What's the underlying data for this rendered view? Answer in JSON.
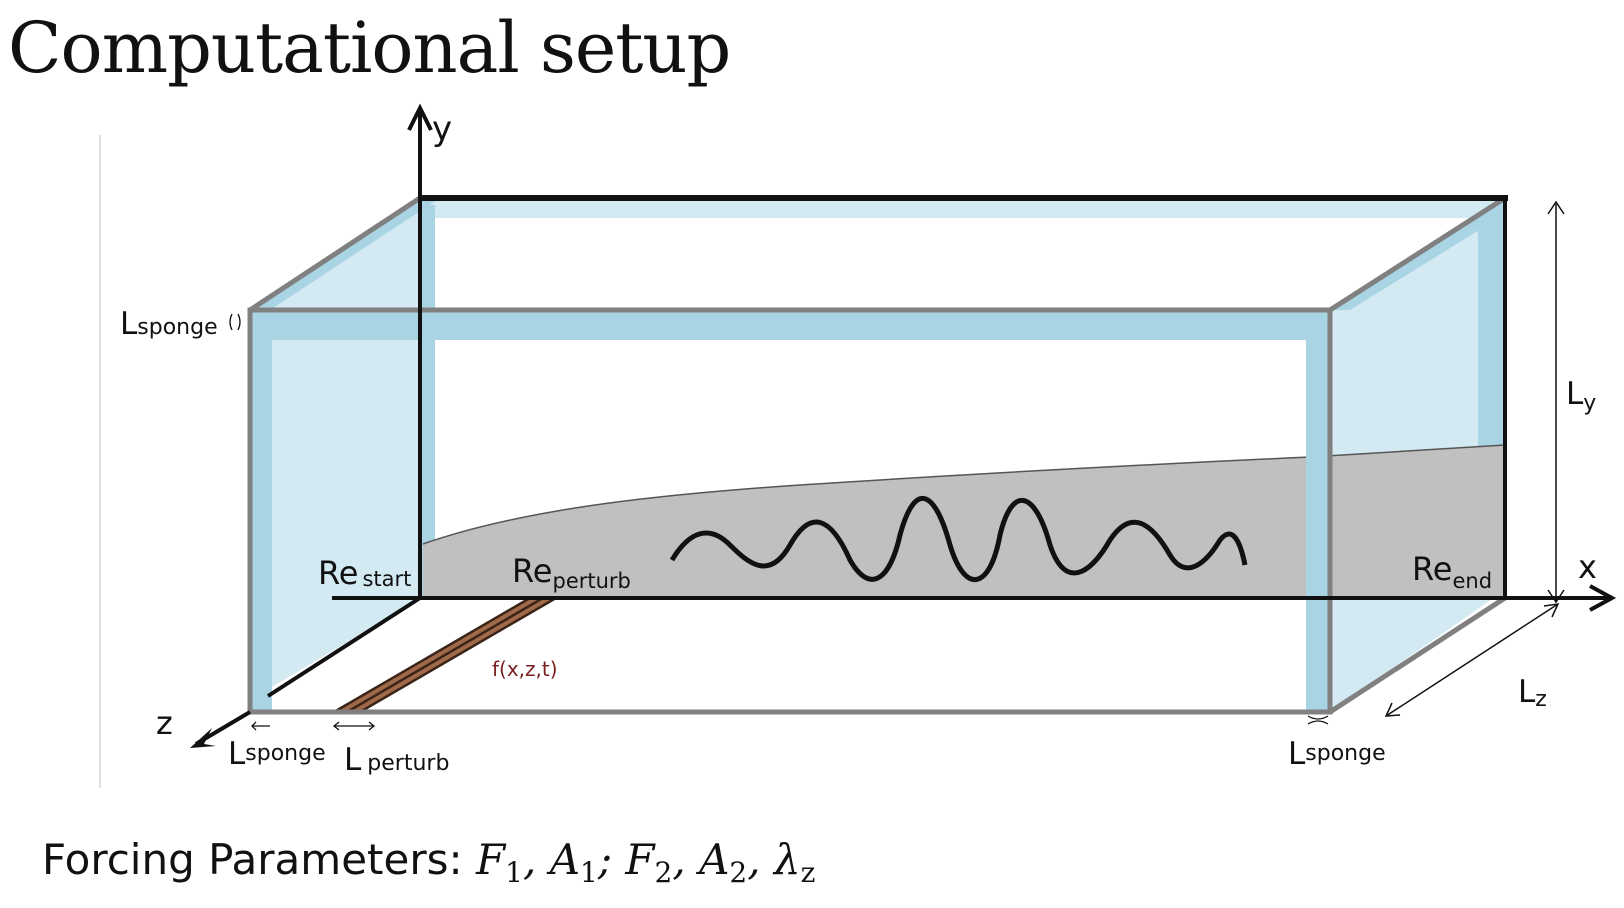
{
  "title": "Computational setup",
  "labels": {
    "y_axis": "y",
    "x_axis": "x",
    "z_axis": "z",
    "l_sponge_top": {
      "main": "L",
      "sub": "sponge"
    },
    "l_y": {
      "main": "L",
      "sub": "y"
    },
    "l_z": {
      "main": "L",
      "sub": "z"
    },
    "re_start": {
      "main": "Re",
      "sub": "start"
    },
    "re_perturb": {
      "main": "Re",
      "sub": "perturb"
    },
    "re_end": {
      "main": "Re",
      "sub": "end"
    },
    "forcing_fn": "f(x,z,t)",
    "l_sponge_left": {
      "main": "L",
      "sub": "sponge"
    },
    "l_perturb": {
      "main": "L",
      "sub": "perturb"
    },
    "l_sponge_right": {
      "main": "L",
      "sub": "sponge"
    }
  },
  "forcing": {
    "prefix": "Forcing Parameters: ",
    "terms": [
      {
        "sym": "F",
        "sub": "1",
        "sep": ", "
      },
      {
        "sym": "A",
        "sub": "1",
        "sep": "; "
      },
      {
        "sym": "F",
        "sub": "2",
        "sep": ", "
      },
      {
        "sym": "A",
        "sub": "2",
        "sep": ", "
      },
      {
        "sym": "λ",
        "sub": "z",
        "sep": ""
      }
    ]
  },
  "colors": {
    "sponge_fill": "#a9d4e4",
    "sponge_light": "#d4eaf2",
    "frame": "#808080",
    "boundary_layer": "#c0c0c0",
    "perturb_strip": "#a0694a",
    "forcing_text": "#7a1f1f"
  }
}
